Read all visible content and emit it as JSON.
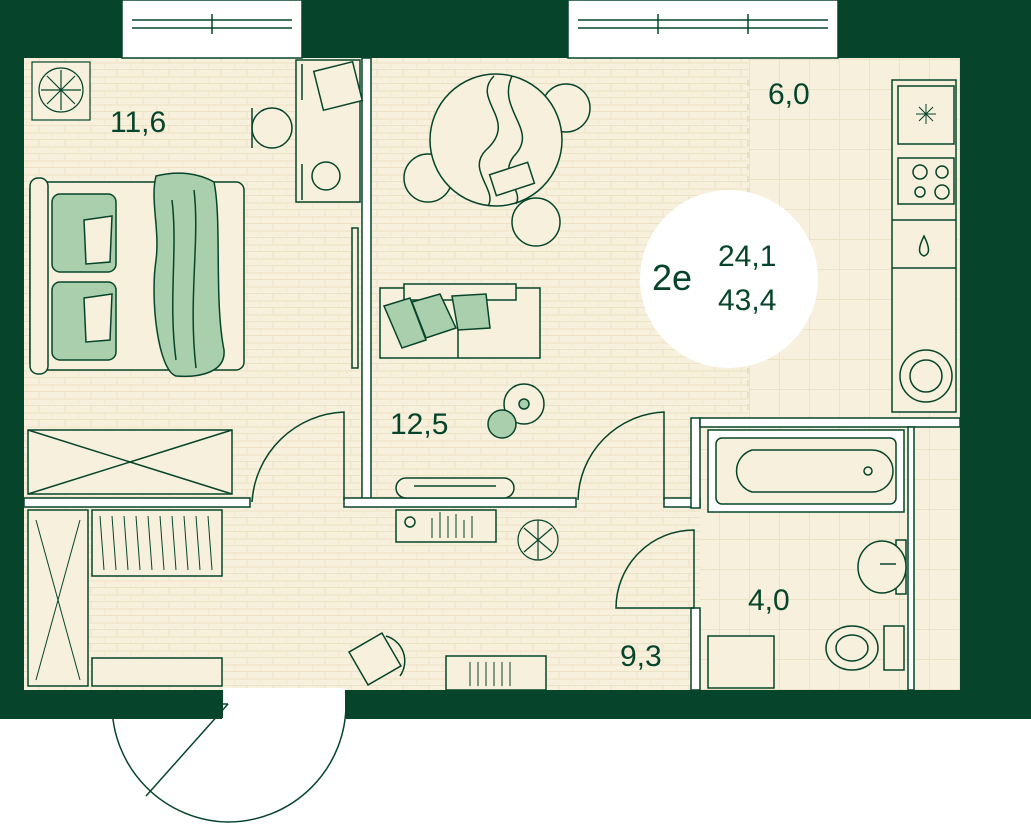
{
  "plan": {
    "apartment_type": "2е",
    "living_area": "24,1",
    "total_area": "43,4",
    "rooms": [
      {
        "id": "bedroom",
        "area": "11,6"
      },
      {
        "id": "living-room",
        "area": "12,5"
      },
      {
        "id": "kitchen",
        "area": "6,0"
      },
      {
        "id": "bathroom",
        "area": "4,0"
      },
      {
        "id": "hallway",
        "area": "9,3"
      }
    ]
  },
  "colors": {
    "wall": "#06452b",
    "floor": "#f7f0dc",
    "floor_line": "#ece2c5",
    "furniture": "#f7f0dc",
    "textile": "#a9cfac",
    "badge": "#ffffff"
  }
}
